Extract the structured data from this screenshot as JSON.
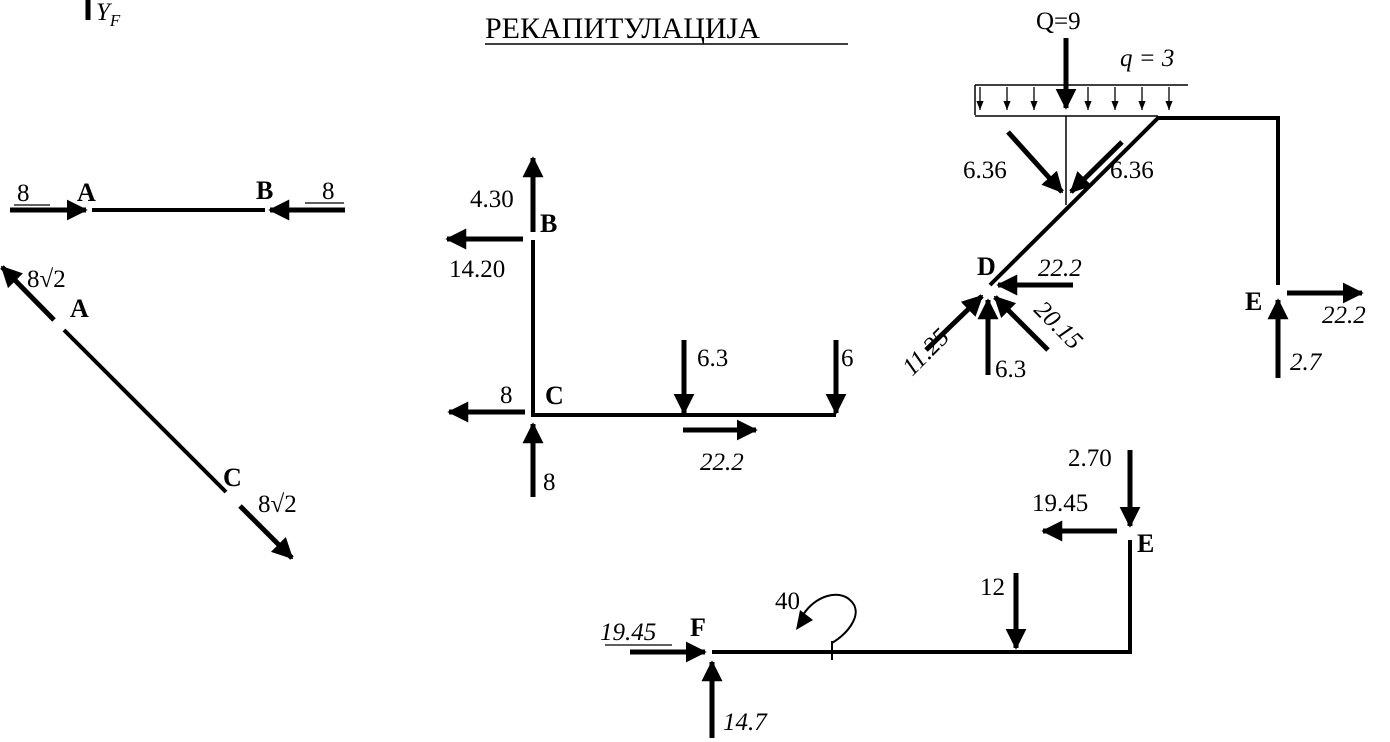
{
  "title": "РЕКАПИТУЛАЦИЈА",
  "top_left_label": {
    "letter": "Y",
    "sub": "F"
  },
  "member_AB": {
    "left_force": "8",
    "right_force": "8",
    "node_left": "A",
    "node_right": "B"
  },
  "member_AC": {
    "force_top": "8√2",
    "force_bottom": "8√2",
    "node_top": "A",
    "node_bottom": "C"
  },
  "member_BC": {
    "node_B": "B",
    "node_C": "C",
    "b_vertical": "4.30",
    "b_horizontal": "14.20",
    "c_horizontal": "8",
    "c_vertical": "8",
    "load_mid": "6.3",
    "load_end": "6",
    "shear_bottom": "22.2"
  },
  "member_DE": {
    "node_D": "D",
    "node_E": "E",
    "resultant": "Q=9",
    "distributed": "q = 3",
    "inclined_left": "6.36",
    "inclined_right": "6.36",
    "d_horizontal": "22.2",
    "d_left_inclined": "11.25",
    "d_right_inclined": "20.15",
    "d_vertical": "6.3",
    "e_horizontal": "22.2",
    "e_vertical": "2.7"
  },
  "member_EF": {
    "node_E": "E",
    "node_F": "F",
    "e_vertical": "2.70",
    "e_horizontal": "19.45",
    "moment": "40",
    "point_load": "12",
    "f_horizontal": "19.45",
    "f_vertical": "14.7"
  }
}
